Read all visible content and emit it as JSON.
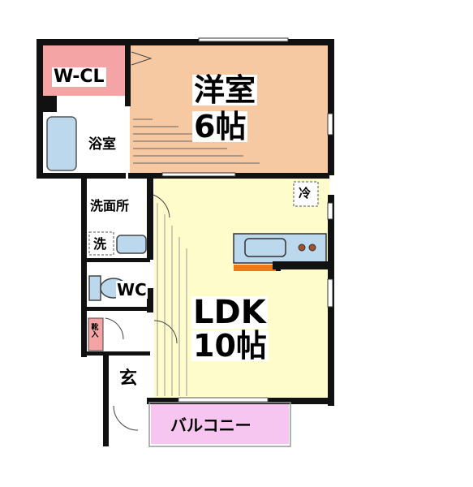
{
  "rooms": {
    "wcl": "W-CL",
    "western_name": "洋室",
    "western_size": "6帖",
    "bath": "浴室",
    "washroom": "洗面所",
    "wash": "洗",
    "wc": "WC",
    "storage": "靴入",
    "entrance": "玄",
    "ldk_name": "LDK",
    "ldk_size": "10帖",
    "fridge": "冷",
    "balcony": "バルコニー"
  },
  "colors": {
    "western": "#f7c9a2",
    "wcl": "#f4a4a4",
    "bath": "#bcd8ec",
    "ldk": "#fffccc",
    "balcony": "#f7c6f0",
    "kitchen": "#bcd8ec",
    "counter": "#f07a1a",
    "storage": "#f4a4a4"
  }
}
